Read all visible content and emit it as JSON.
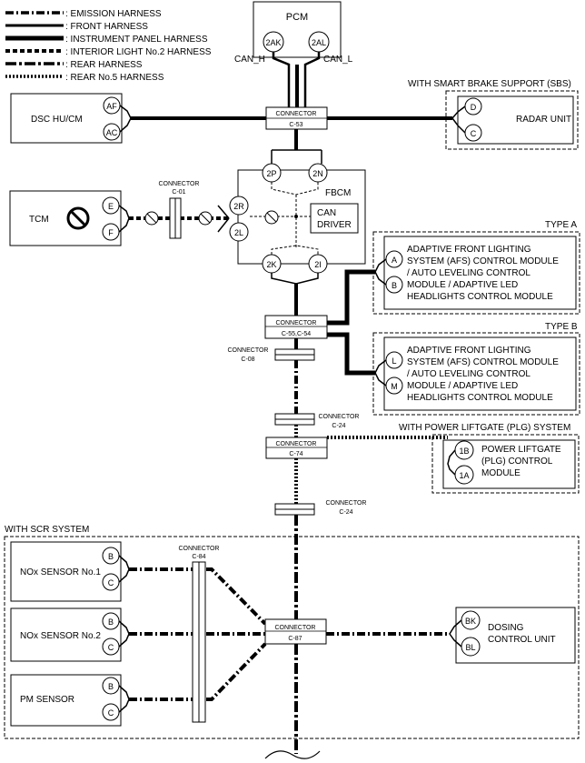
{
  "legend": [
    {
      "label": ": EMISSION HARNESS",
      "style": "emission"
    },
    {
      "label": ": FRONT HARNESS",
      "style": "front"
    },
    {
      "label": ": INSTRUMENT PANEL HARNESS",
      "style": "instrument"
    },
    {
      "label": ": INTERIOR LIGHT No.2 HARNESS",
      "style": "interior"
    },
    {
      "label": ": REAR HARNESS",
      "style": "rear"
    },
    {
      "label": ": REAR No.5 HARNESS",
      "style": "rear5"
    }
  ],
  "pcm": {
    "title": "PCM",
    "pin_h": "2AK",
    "pin_l": "2AL",
    "can_h": "CAN_H",
    "can_l": "CAN_L"
  },
  "dsc": {
    "label": "DSC HU/CM",
    "pin1": "AF",
    "pin2": "AC"
  },
  "sbs": {
    "group": "WITH SMART BRAKE SUPPORT (SBS)",
    "label": "RADAR UNIT",
    "pin1": "D",
    "pin2": "C"
  },
  "conn_c53": {
    "top": "CONNECTOR",
    "bottom": "C-53"
  },
  "tcm": {
    "label": "TCM",
    "pin1": "E",
    "pin2": "F"
  },
  "conn_c01": {
    "top": "CONNECTOR",
    "bottom": "C-01"
  },
  "fbcm": {
    "label": "FBCM",
    "pin_2p": "2P",
    "pin_2n": "2N",
    "pin_2r": "2R",
    "pin_2l": "2L",
    "pin_2k": "2K",
    "pin_2i": "2I",
    "can_driver_1": "CAN",
    "can_driver_2": "DRIVER"
  },
  "afs_a": {
    "group": "TYPE A",
    "pin1": "A",
    "pin2": "B",
    "lines": [
      "ADAPTIVE FRONT LIGHTING",
      "SYSTEM (AFS) CONTROL MODULE",
      "/ AUTO LEVELING CONTROL",
      "MODULE / ADAPTIVE LED",
      "HEADLIGHTS CONTROL MODULE"
    ]
  },
  "afs_b": {
    "group": "TYPE B",
    "pin1": "L",
    "pin2": "M",
    "lines": [
      "ADAPTIVE FRONT LIGHTING",
      "SYSTEM (AFS) CONTROL MODULE",
      "/ AUTO LEVELING CONTROL",
      "MODULE / ADAPTIVE LED",
      "HEADLIGHTS CONTROL MODULE"
    ]
  },
  "conn_c55": {
    "top": "CONNECTOR",
    "bottom": "C-55,C-54"
  },
  "conn_c08": {
    "top": "CONNECTOR",
    "bottom": "C-08"
  },
  "conn_c24a": {
    "top": "CONNECTOR",
    "bottom": "C-24"
  },
  "plg": {
    "group": "WITH POWER LIFTGATE (PLG) SYSTEM",
    "pin1": "1B",
    "pin2": "1A",
    "lines": [
      "POWER LIFTGATE",
      "(PLG) CONTROL",
      "MODULE"
    ]
  },
  "conn_c74": {
    "top": "CONNECTOR",
    "bottom": "C-74"
  },
  "conn_c24b": {
    "top": "CONNECTOR",
    "bottom": "C-24"
  },
  "scr": {
    "group": "WITH SCR SYSTEM"
  },
  "conn_c84": {
    "top": "CONNECTOR",
    "bottom": "C-84"
  },
  "conn_c87": {
    "top": "CONNECTOR",
    "bottom": "C-87"
  },
  "nox1": {
    "label": "NOx SENSOR No.1",
    "pin1": "B",
    "pin2": "C"
  },
  "nox2": {
    "label": "NOx SENSOR No.2",
    "pin1": "B",
    "pin2": "C"
  },
  "pm": {
    "label": "PM SENSOR",
    "pin1": "B",
    "pin2": "C"
  },
  "dosing": {
    "pin1": "BK",
    "pin2": "BL",
    "lines": [
      "DOSING",
      "CONTROL UNIT"
    ]
  }
}
